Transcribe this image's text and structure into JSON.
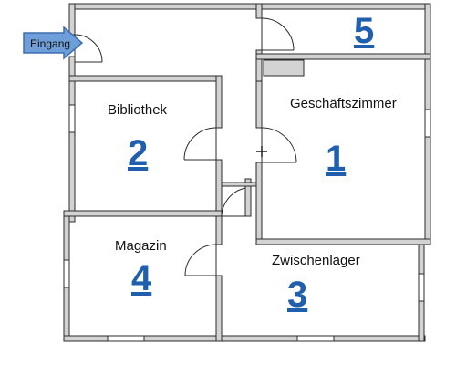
{
  "colors": {
    "wall_fill": "#d3d3d3",
    "wall_stroke": "#2b2b2b",
    "number": "#1f5fae",
    "entrance_arrow": "#6f9fd8",
    "entrance_arrow_stroke": "#3e6fb0"
  },
  "entrance": {
    "label": "Eingang"
  },
  "rooms": [
    {
      "id": "bibliothek",
      "label": "Bibliothek",
      "number": "2"
    },
    {
      "id": "geschaeftszimmer",
      "label": "Geschäftszimmer",
      "number": "1"
    },
    {
      "id": "magazin",
      "label": "Magazin",
      "number": "4"
    },
    {
      "id": "zwischenlager",
      "label": "Zwischenlager",
      "number": "3"
    },
    {
      "id": "raum5",
      "label": "",
      "number": "5"
    }
  ]
}
